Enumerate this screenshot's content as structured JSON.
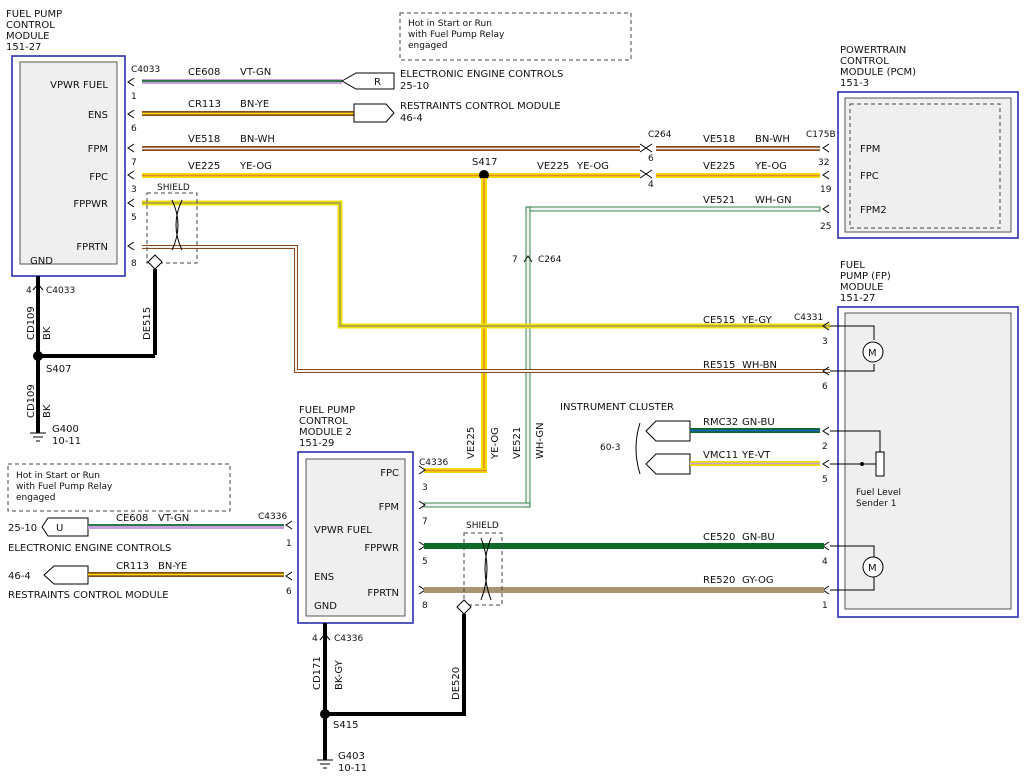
{
  "fppcm1": {
    "title": [
      "FUEL PUMP",
      "CONTROL",
      "MODULE",
      "151-27"
    ],
    "pins": [
      "VPWR FUEL",
      "ENS",
      "FPM",
      "FPC",
      "FPPWR",
      "FPRTN",
      "GND"
    ]
  },
  "pcm": {
    "title": [
      "POWERTRAIN",
      "CONTROL",
      "MODULE (PCM)",
      "151-3"
    ],
    "pins": [
      "FPM",
      "FPC",
      "FPM2"
    ]
  },
  "fpmod": {
    "title": [
      "FUEL",
      "PUMP (FP)",
      "MODULE",
      "151-27"
    ],
    "sender": [
      "Fuel Level",
      "Sender 1"
    ]
  },
  "fppcm2": {
    "title": [
      "FUEL PUMP",
      "CONTROL",
      "MODULE 2",
      "151-29"
    ],
    "pins": [
      "FPC",
      "FPM",
      "VPWR FUEL",
      "FPPWR",
      "ENS",
      "FPRTN",
      "GND"
    ]
  },
  "notes": {
    "hot1": [
      "Hot in Start or Run",
      "with Fuel Pump Relay",
      "engaged"
    ],
    "hot2": [
      "Hot in Start or Run",
      "with Fuel Pump Relay",
      "engaged"
    ]
  },
  "destinations": {
    "eec_top": [
      "ELECTRONIC ENGINE CONTROLS",
      "25-10"
    ],
    "rcm_top": [
      "RESTRAINTS CONTROL MODULE",
      "46-4"
    ],
    "eec_bottom": "ELECTRONIC ENGINE CONTROLS",
    "eec_bottom_ref": "25-10",
    "rcm_bottom": "RESTRAINTS CONTROL MODULE",
    "rcm_bottom_ref": "46-4",
    "instrument_cluster": "INSTRUMENT CLUSTER",
    "ic_ref": "60-3"
  },
  "connectors": {
    "c4033": "C4033",
    "c4033b": "C4033",
    "c264": "C264",
    "c264b": "C264",
    "c175b": "C175B",
    "c4331": "C4331",
    "c4336": "C4336",
    "c4336b": "C4336",
    "c4336c": "C4336"
  },
  "pins_numbers": {
    "c4033": [
      "1",
      "6",
      "7",
      "3",
      "5",
      "8",
      "4"
    ],
    "c264": [
      "6",
      "4",
      "7"
    ],
    "pcm": [
      "32",
      "19",
      "25"
    ],
    "c4331": [
      "3",
      "6",
      "4",
      "1"
    ],
    "ic": [
      "2",
      "5"
    ],
    "c4336_fppcm2": [
      "3",
      "7",
      "1",
      "5",
      "6",
      "8",
      "4"
    ]
  },
  "wires": {
    "ce608": [
      "CE608",
      "VT-GN"
    ],
    "cr113": [
      "CR113",
      "BN-YE"
    ],
    "ve518": [
      "VE518",
      "BN-WH"
    ],
    "ve518b": [
      "VE518",
      "BN-WH"
    ],
    "ve225": [
      "VE225",
      "YE-OG"
    ],
    "ve225b": [
      "VE225",
      "YE-OG"
    ],
    "ve225c": [
      "VE225",
      "YE-OG"
    ],
    "ve521": [
      "VE521",
      "WH-GN"
    ],
    "ve521v": [
      "VE521",
      "WH-GN"
    ],
    "ve225v": [
      "VE225",
      "YE-OG"
    ],
    "ce515": [
      "CE515",
      "YE-GY"
    ],
    "re515": [
      "RE515",
      "WH-BN"
    ],
    "rmc32": [
      "RMC32",
      "GN-BU"
    ],
    "vmc11": [
      "VMC11",
      "YE-VT"
    ],
    "ce520": [
      "CE520",
      "GN-BU"
    ],
    "re520": [
      "RE520",
      "GY-OG"
    ],
    "ce608b": [
      "CE608",
      "VT-GN"
    ],
    "cr113b": [
      "CR113",
      "BN-YE"
    ],
    "cd109a": [
      "CD109",
      "BK"
    ],
    "cd109b": [
      "CD109",
      "BK"
    ],
    "de515": "DE515",
    "cd171": [
      "CD171",
      "BK-GY"
    ],
    "de520": "DE520"
  },
  "splices": {
    "s417": "S417",
    "s407": "S407",
    "s415": "S415"
  },
  "grounds": {
    "g400": [
      "G400",
      "10-11"
    ],
    "g403": [
      "G403",
      "10-11"
    ]
  },
  "shield": [
    "SHIELD",
    "SHIELD"
  ],
  "inline_letters": {
    "r": "R",
    "u": "U"
  },
  "colors": {
    "module_border": "#2b2fb0",
    "violet": "#c9a0dc",
    "green": "#0b6b27",
    "brown": "#8b4a1c",
    "orange": "#e98a2c",
    "yellow": "#f0e000",
    "white_ish": "#f2f2f2",
    "gray": "#9a9a9a",
    "blue": "#1b5fc4"
  }
}
